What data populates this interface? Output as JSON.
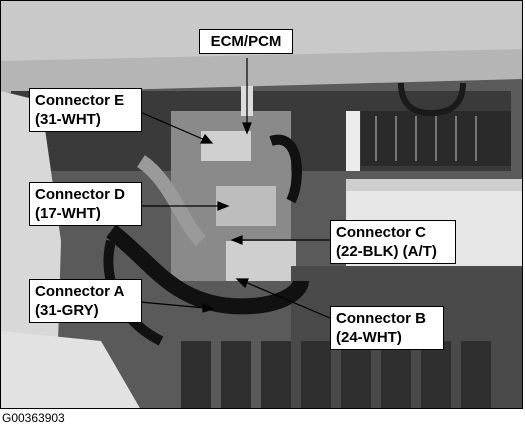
{
  "figure_id": "G00363903",
  "callouts": {
    "ecm": {
      "line1": "ECM/PCM"
    },
    "conn_e": {
      "line1": "Connector E",
      "line2": "(31-WHT)"
    },
    "conn_d": {
      "line1": "Connector D",
      "line2": "(17-WHT)"
    },
    "conn_c": {
      "line1": "Connector C",
      "line2": "(22-BLK) (A/T)"
    },
    "conn_a": {
      "line1": "Connector A",
      "line2": "(31-GRY)"
    },
    "conn_b": {
      "line1": "Connector B",
      "line2": "(24-WHT)"
    }
  },
  "colors": {
    "ink": "#000000",
    "label_bg": "#ffffff"
  }
}
